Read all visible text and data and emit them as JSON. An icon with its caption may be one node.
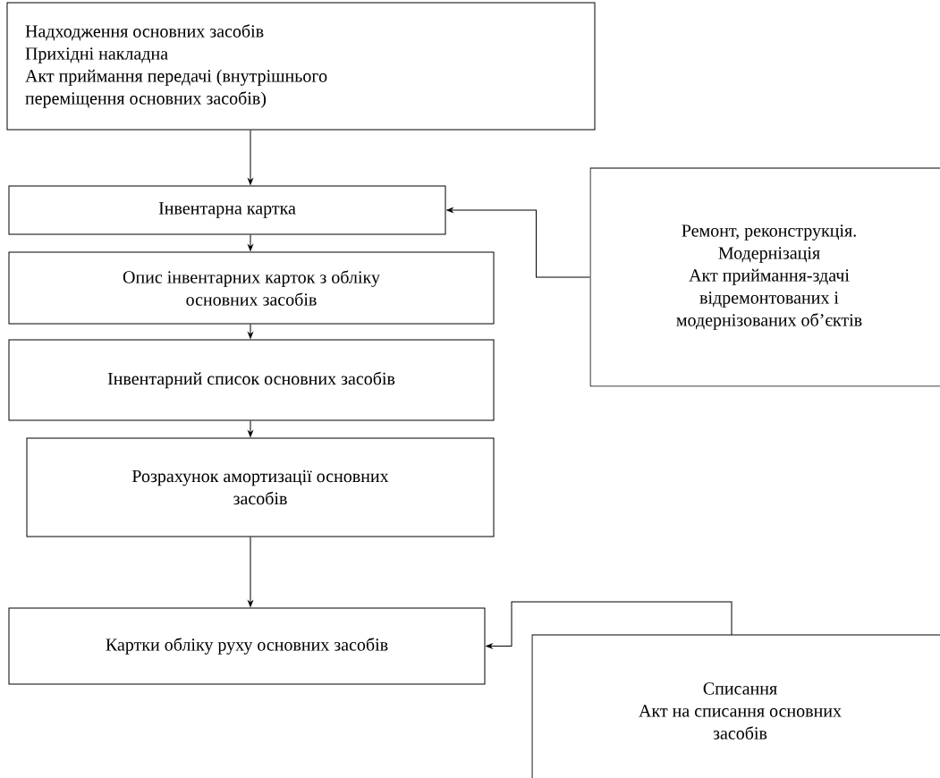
{
  "diagram": {
    "nodes": [
      {
        "text": [
          "Надходження основних засобів",
          "Прихідні накладна",
          "Акт приймання передачі (внутрішнього переміщення основних засобів)"
        ]
      },
      {
        "text": [
          "Інвентарна картка"
        ]
      },
      {
        "text": [
          "Опис інвентарних карток з обліку основних засобів"
        ]
      },
      {
        "text": [
          "Інвентарний список основних засобів"
        ]
      },
      {
        "text": [
          "Розрахунок амортизації основних засобів"
        ]
      },
      {
        "text": [
          "Картки обліку руху основних засобів"
        ]
      },
      {
        "text": [
          "Ремонт, реконструкція. Модернізація",
          "Акт приймання-здачі відремонтованих і модернізованих об’єктів"
        ]
      },
      {
        "text": [
          "Списання",
          "Акт на списання основних засобів"
        ]
      }
    ],
    "edges": [
      {
        "from": 0,
        "to": 1,
        "arrow": "to"
      },
      {
        "from": 1,
        "to": 2,
        "arrow": "to"
      },
      {
        "from": 2,
        "to": 3,
        "arrow": "to"
      },
      {
        "from": 3,
        "to": 4,
        "arrow": "to"
      },
      {
        "from": 4,
        "to": 5,
        "arrow": "to"
      },
      {
        "from": 6,
        "to": 1,
        "arrow": "to"
      },
      {
        "from": 7,
        "to": 5,
        "arrow": "to"
      }
    ]
  }
}
